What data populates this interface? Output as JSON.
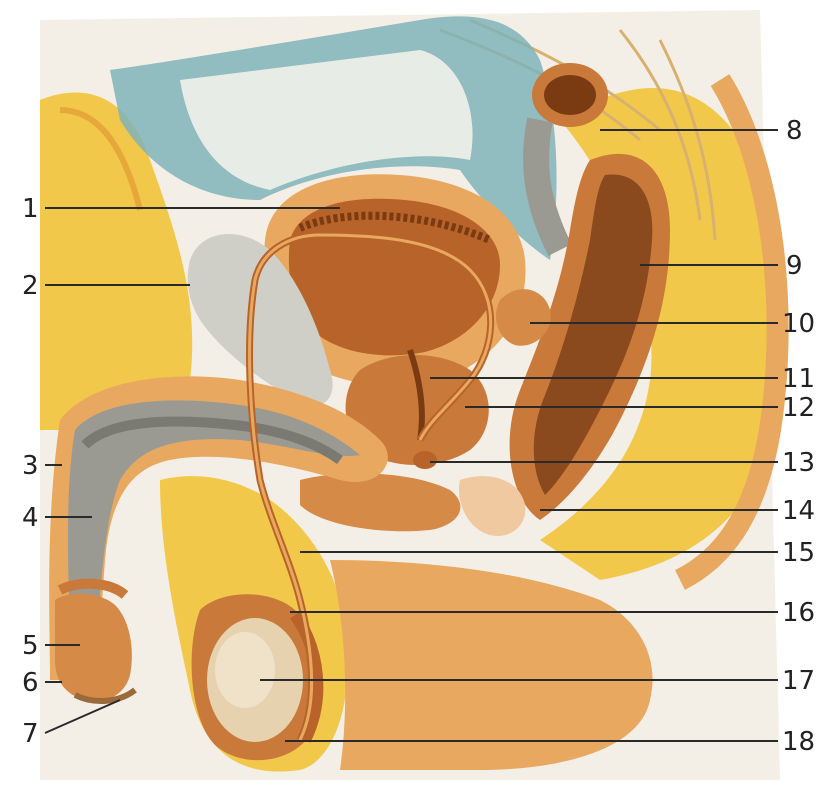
{
  "diagram": {
    "labels_left": [
      {
        "id": "label-1",
        "text": "1"
      },
      {
        "id": "label-2",
        "text": "2"
      },
      {
        "id": "label-3",
        "text": "3"
      },
      {
        "id": "label-4",
        "text": "4"
      },
      {
        "id": "label-5",
        "text": "5"
      },
      {
        "id": "label-6",
        "text": "6"
      },
      {
        "id": "label-7",
        "text": "7"
      }
    ],
    "labels_right": [
      {
        "id": "label-8",
        "text": "8"
      },
      {
        "id": "label-9",
        "text": "9"
      },
      {
        "id": "label-10",
        "text": "10"
      },
      {
        "id": "label-11",
        "text": "11"
      },
      {
        "id": "label-12",
        "text": "12"
      },
      {
        "id": "label-13",
        "text": "13"
      },
      {
        "id": "label-14",
        "text": "14"
      },
      {
        "id": "label-15",
        "text": "15"
      },
      {
        "id": "label-16",
        "text": "16"
      },
      {
        "id": "label-17",
        "text": "17"
      },
      {
        "id": "label-18",
        "text": "18"
      }
    ],
    "colors": {
      "background": "#f4efe6",
      "fat_yellow": "#f2c84a",
      "fat_light": "#f7dd8c",
      "skin": "#e8a860",
      "skin_dark": "#c97a3a",
      "organ_brown": "#b8632a",
      "organ_dark": "#7a3b12",
      "peritoneum_blue": "#7fb3b8",
      "gray_tissue": "#9a9a92",
      "bone_gray": "#cfcfc8",
      "leader_line": "#2a2a2a",
      "label_text": "#222222"
    }
  }
}
